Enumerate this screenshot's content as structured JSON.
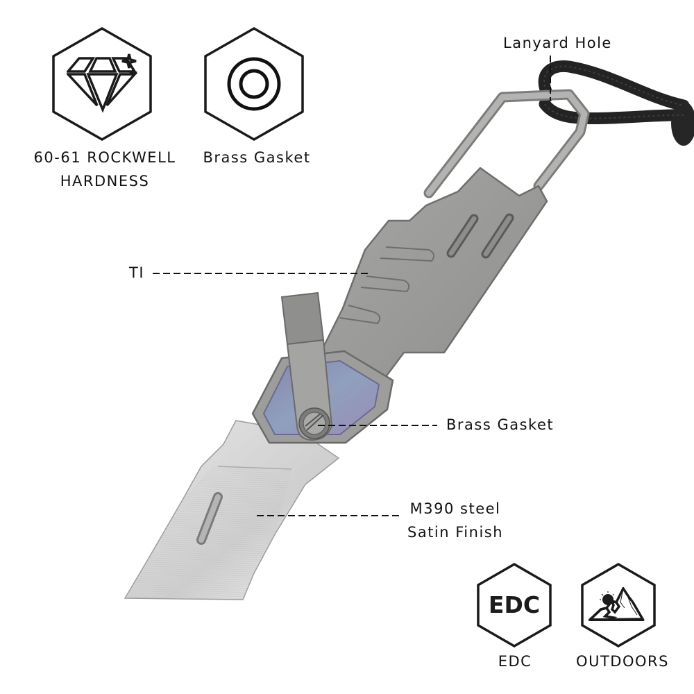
{
  "features": [
    {
      "id": "hardness",
      "icon": "diamond-icon",
      "label_lines": [
        "60-61 ROCKWELL",
        "HARDNESS"
      ]
    },
    {
      "id": "gasket",
      "icon": "concentric-rings-icon",
      "label_lines": [
        "Brass Gasket"
      ]
    },
    {
      "id": "edc",
      "icon": "edc-text-icon",
      "icon_text": "EDC",
      "label_lines": [
        "EDC"
      ]
    },
    {
      "id": "outdoors",
      "icon": "mountain-icon",
      "label_lines": [
        "OUTDOORS"
      ]
    }
  ],
  "callouts": {
    "lanyard": {
      "label": "Lanyard Hole"
    },
    "handle": {
      "label": "TI"
    },
    "gasket": {
      "label": "Brass Gasket"
    },
    "blade": {
      "label_lines": [
        "M390 steel",
        "Satin Finish"
      ]
    }
  },
  "colors": {
    "background": "#ffffff",
    "text": "#111111",
    "titanium": "#9a9a98",
    "titanium_dark": "#6f6f6d",
    "blade": "#d8d8d8",
    "anodized": "#8a93b8",
    "cord": "#222222"
  }
}
